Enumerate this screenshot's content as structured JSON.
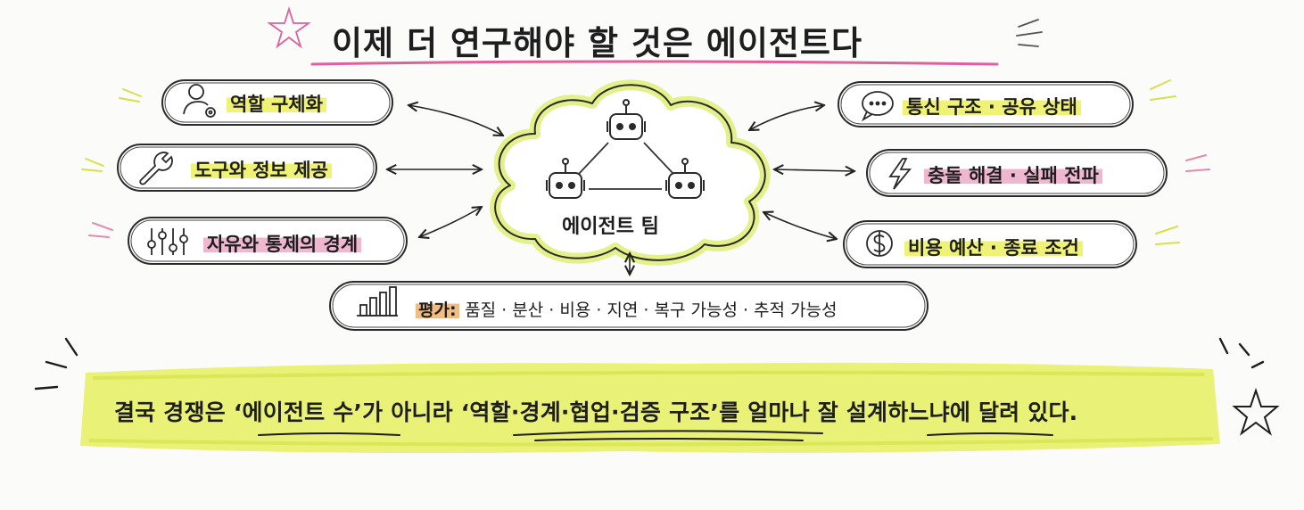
{
  "title": "이제 더 연구해야 할 것은 에이전트다",
  "center_label": "에이전트 팀",
  "left_items": [
    {
      "label": "역할 구체화",
      "icon": "user-gear-icon",
      "highlight": "yellow"
    },
    {
      "label": "도구와 정보 제공",
      "icon": "wrench-icon",
      "highlight": "yellow"
    },
    {
      "label": "자유와 통제의 경계",
      "icon": "sliders-icon",
      "highlight": "pink"
    }
  ],
  "right_items": [
    {
      "label": "통신 구조 · 공유 상태",
      "icon": "chat-bubble-icon",
      "highlight": "yellow"
    },
    {
      "label": "충돌 해결 · 실패 전파",
      "icon": "lightning-icon",
      "highlight": "pink"
    },
    {
      "label": "비용 예산 · 종료 조건",
      "icon": "dollar-icon",
      "highlight": "yellow"
    }
  ],
  "evaluation": {
    "label": "평가:",
    "items": "품질 · 분산 · 비용 · 지연 · 복구 가능성 · 추적 가능성",
    "icon": "bar-chart-icon"
  },
  "conclusion": {
    "part1": "결국 경쟁은 ",
    "quote1": "‘에이전트 수’",
    "part2": "가 아니라 ",
    "quote2": "‘역할·경계·협업·검증 구조’",
    "part3": "를 얼마나 ",
    "emphasis": "잘 설계하느냐",
    "part4": "에 달려 있다."
  },
  "colors": {
    "yellow_highlight": "#ecf05c",
    "pink_highlight": "#ecaac8",
    "orange_highlight": "#f0b478",
    "ink": "#1e1e1e",
    "cloud_glow": "#e4f08a"
  }
}
